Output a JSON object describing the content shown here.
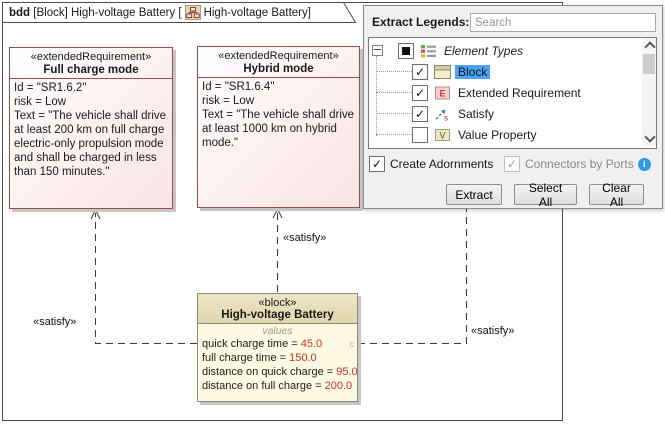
{
  "frame": {
    "kind": "bdd",
    "header_text": " [Block] High-voltage Battery [",
    "diagram_name": "High-voltage Battery",
    "header_close": "]"
  },
  "requirements": [
    {
      "stereotype": "«extendedRequirement»",
      "name": "Full charge mode",
      "lines": [
        "Id = \"SR1.6.2\"",
        "risk = Low",
        "Text = \"The vehicle shall drive at least 200 km on full charge electric-only propulsion mode and shall be charged in less than 150 minutes.\""
      ]
    },
    {
      "stereotype": "«extendedRequirement»",
      "name": "Hybrid mode",
      "lines": [
        "Id = \"SR1.6.4\"",
        "risk = Low",
        "Text = \"The vehicle shall drive at least 1000 km on hybrid mode.\""
      ]
    }
  ],
  "block": {
    "stereotype": "«block»",
    "name": "High-voltage Battery",
    "compartment_label": "values",
    "eq": " = ",
    "adornment": "c",
    "values": [
      {
        "name": "quick charge time",
        "value": "45.0"
      },
      {
        "name": "full charge time",
        "value": "150.0"
      },
      {
        "name": "distance on quick charge",
        "value": "95.0"
      },
      {
        "name": "distance on full charge",
        "value": "200.0"
      }
    ]
  },
  "connectors": {
    "labels": [
      "«satisfy»",
      "«satisfy»",
      "«satisfy»"
    ]
  },
  "legend_panel": {
    "title": "Extract Legends:",
    "search_placeholder": "Search",
    "tree_root_label": "Element Types",
    "tree_items": [
      {
        "label": "Block",
        "checked": true,
        "selected": true
      },
      {
        "label": "Extended Requirement",
        "checked": true,
        "selected": false
      },
      {
        "label": "Satisfy",
        "checked": true,
        "selected": false
      },
      {
        "label": "Value Property",
        "checked": false,
        "selected": false
      }
    ],
    "create_adornments_label": "Create Adornments",
    "connectors_by_ports_label": "Connectors by Ports",
    "buttons": {
      "extract": "Extract",
      "select_all": "Select All",
      "clear_all": "Clear All"
    }
  },
  "colors": {
    "requirement_border": "#9d4b4b",
    "block_border": "#8f8c75",
    "block_header_fill": "#e7dfbd",
    "value_text_red": "#cc3322",
    "selection_blue": "#4da2f2",
    "panel_bg": "#f0f0f0",
    "connector": "#3c3c3c"
  }
}
